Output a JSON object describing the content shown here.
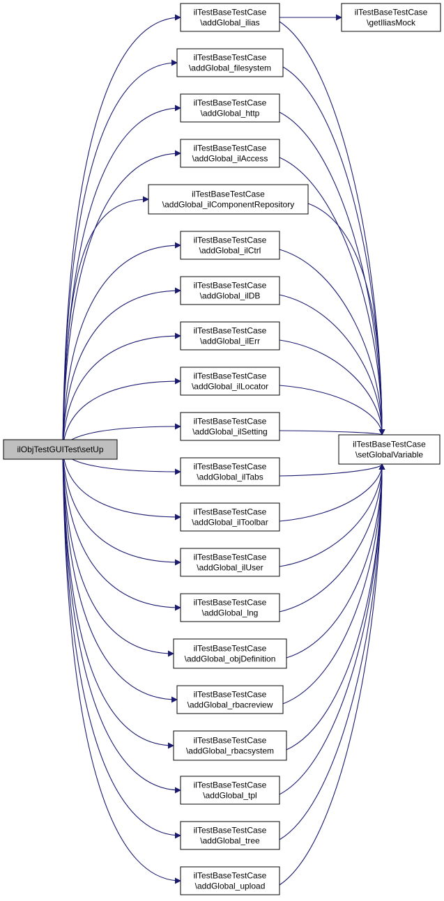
{
  "graph": {
    "root": "ilObjTestGUITest\\setUp",
    "edge_color": "#191970",
    "root_fill": "#bfbfbf",
    "nodes": [
      {
        "id": "root",
        "lines": [
          "ilObjTestGUITest\\setUp"
        ]
      },
      {
        "id": "ilias",
        "lines": [
          "ilTestBaseTestCase",
          "\\addGlobal_ilias"
        ]
      },
      {
        "id": "mock",
        "lines": [
          "ilTestBaseTestCase",
          "\\getIliasMock"
        ]
      },
      {
        "id": "filesystem",
        "lines": [
          "ilTestBaseTestCase",
          "\\addGlobal_filesystem"
        ]
      },
      {
        "id": "http",
        "lines": [
          "ilTestBaseTestCase",
          "\\addGlobal_http"
        ]
      },
      {
        "id": "access",
        "lines": [
          "ilTestBaseTestCase",
          "\\addGlobal_ilAccess"
        ]
      },
      {
        "id": "comprepo",
        "lines": [
          "ilTestBaseTestCase",
          "\\addGlobal_ilComponentRepository"
        ]
      },
      {
        "id": "ctrl",
        "lines": [
          "ilTestBaseTestCase",
          "\\addGlobal_ilCtrl"
        ]
      },
      {
        "id": "db",
        "lines": [
          "ilTestBaseTestCase",
          "\\addGlobal_ilDB"
        ]
      },
      {
        "id": "err",
        "lines": [
          "ilTestBaseTestCase",
          "\\addGlobal_ilErr"
        ]
      },
      {
        "id": "locator",
        "lines": [
          "ilTestBaseTestCase",
          "\\addGlobal_ilLocator"
        ]
      },
      {
        "id": "setting",
        "lines": [
          "ilTestBaseTestCase",
          "\\addGlobal_ilSetting"
        ]
      },
      {
        "id": "tabs",
        "lines": [
          "ilTestBaseTestCase",
          "\\addGlobal_ilTabs"
        ]
      },
      {
        "id": "toolbar",
        "lines": [
          "ilTestBaseTestCase",
          "\\addGlobal_ilToolbar"
        ]
      },
      {
        "id": "user",
        "lines": [
          "ilTestBaseTestCase",
          "\\addGlobal_ilUser"
        ]
      },
      {
        "id": "lng",
        "lines": [
          "ilTestBaseTestCase",
          "\\addGlobal_lng"
        ]
      },
      {
        "id": "objdef",
        "lines": [
          "ilTestBaseTestCase",
          "\\addGlobal_objDefinition"
        ]
      },
      {
        "id": "rbacreview",
        "lines": [
          "ilTestBaseTestCase",
          "\\addGlobal_rbacreview"
        ]
      },
      {
        "id": "rbacsystem",
        "lines": [
          "ilTestBaseTestCase",
          "\\addGlobal_rbacsystem"
        ]
      },
      {
        "id": "tpl",
        "lines": [
          "ilTestBaseTestCase",
          "\\addGlobal_tpl"
        ]
      },
      {
        "id": "tree",
        "lines": [
          "ilTestBaseTestCase",
          "\\addGlobal_tree"
        ]
      },
      {
        "id": "upload",
        "lines": [
          "ilTestBaseTestCase",
          "\\addGlobal_upload"
        ]
      },
      {
        "id": "setglobal",
        "lines": [
          "ilTestBaseTestCase",
          "\\setGlobalVariable"
        ]
      }
    ],
    "edges": [
      [
        "root",
        "ilias"
      ],
      [
        "root",
        "filesystem"
      ],
      [
        "root",
        "http"
      ],
      [
        "root",
        "access"
      ],
      [
        "root",
        "comprepo"
      ],
      [
        "root",
        "ctrl"
      ],
      [
        "root",
        "db"
      ],
      [
        "root",
        "err"
      ],
      [
        "root",
        "locator"
      ],
      [
        "root",
        "setting"
      ],
      [
        "root",
        "tabs"
      ],
      [
        "root",
        "toolbar"
      ],
      [
        "root",
        "user"
      ],
      [
        "root",
        "lng"
      ],
      [
        "root",
        "objdef"
      ],
      [
        "root",
        "rbacreview"
      ],
      [
        "root",
        "rbacsystem"
      ],
      [
        "root",
        "tpl"
      ],
      [
        "root",
        "tree"
      ],
      [
        "root",
        "upload"
      ],
      [
        "ilias",
        "mock"
      ],
      [
        "ilias",
        "setglobal"
      ],
      [
        "filesystem",
        "setglobal"
      ],
      [
        "http",
        "setglobal"
      ],
      [
        "access",
        "setglobal"
      ],
      [
        "comprepo",
        "setglobal"
      ],
      [
        "ctrl",
        "setglobal"
      ],
      [
        "db",
        "setglobal"
      ],
      [
        "err",
        "setglobal"
      ],
      [
        "locator",
        "setglobal"
      ],
      [
        "setting",
        "setglobal"
      ],
      [
        "tabs",
        "setglobal"
      ],
      [
        "toolbar",
        "setglobal"
      ],
      [
        "user",
        "setglobal"
      ],
      [
        "lng",
        "setglobal"
      ],
      [
        "objdef",
        "setglobal"
      ],
      [
        "rbacreview",
        "setglobal"
      ],
      [
        "rbacsystem",
        "setglobal"
      ],
      [
        "tpl",
        "setglobal"
      ],
      [
        "tree",
        "setglobal"
      ],
      [
        "upload",
        "setglobal"
      ]
    ]
  }
}
